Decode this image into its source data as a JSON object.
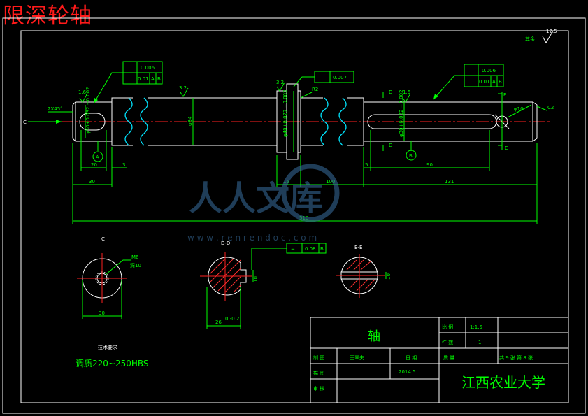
{
  "title": "限深轮轴",
  "watermark": {
    "brand": "人人文库",
    "url": "w w w . r e n r e n d o c . c o m"
  },
  "roughness_note": {
    "label": "其余",
    "value": "12.5"
  },
  "view_labels": {
    "c_arrow": "C",
    "c_view": "C",
    "dd_view": "D-D",
    "ee_view": "E-E",
    "d_top": "D",
    "d_bottom": "D",
    "e_top": "E",
    "e_bottom": "E",
    "datum_a": "A",
    "datum_b": "B"
  },
  "tolerances": {
    "left": {
      "runout": "0.006",
      "position": "0.01",
      "ref1": "A",
      "ref2": "B"
    },
    "mid": {
      "runout": "0.007"
    },
    "right": {
      "runout": "0.006",
      "position": "0.01",
      "ref1": "A",
      "ref2": "B"
    },
    "dd": {
      "sym": "0.08",
      "ref": "B"
    }
  },
  "dimensions": {
    "chamfer": "2X45°",
    "c2": "C2",
    "r2": "R2",
    "phi30_left": "φ30+0.032 +0.002",
    "phi34": "φ34",
    "phi40": "φ40+0.027 +0.002",
    "phi30_right": "φ30+0.032 +0.002",
    "phi10": "φ10",
    "r16a": "1.6",
    "r32": "3.2",
    "r16b": "3.2",
    "r16c": "1.6",
    "d20": "20",
    "d3": "3",
    "d30": "30",
    "d15": "15",
    "d100": "100",
    "d5": "5",
    "d90": "90",
    "d131": "131",
    "d510": "510",
    "m6": "M6",
    "deep10": "深10",
    "c30": "30",
    "dd26": "26",
    "dd26tol": "0 -0.2",
    "dd_keyway": "10",
    "ee_keyway": "10"
  },
  "tech_req": {
    "heading": "技术要求",
    "text": "调质220~250HBS"
  },
  "title_block": {
    "part": "轴",
    "scale_label": "比 例",
    "scale": "1:1.5",
    "qty_label": "件 数",
    "qty": "1",
    "drawn_label": "制 图",
    "drawn_by": "王翠夫",
    "date_label": "日 期",
    "date": "2014.5",
    "weight_label": "质 量",
    "sheets": "共 9 张  第 8 张",
    "draw_label": "描 图",
    "check_label": "审 核",
    "org": "江西农业大学"
  }
}
